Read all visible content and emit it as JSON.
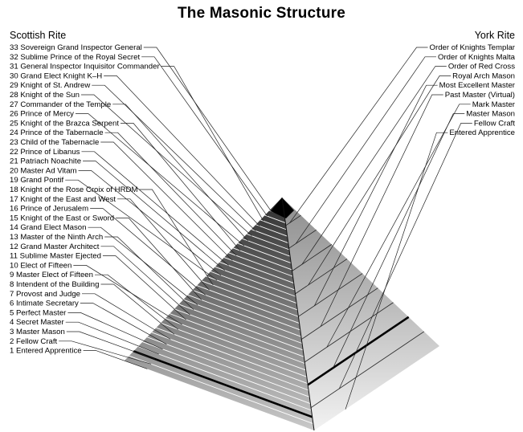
{
  "title": "The Masonic Structure",
  "scottish_rite": {
    "header": "Scottish Rite",
    "degrees": [
      "33 Sovereign Grand Inspector General",
      "32 Sublime Prince of the Royal Secret",
      "31 General Inspector Inquisitor Commander",
      "30 Grand Elect Knight K–H",
      "29 Knight of St. Andrew",
      "28 Knight of the Sun",
      "27 Commander of the Temple",
      "26 Prince of Mercy",
      "25 Knight of the Brazca Serpent",
      "24 Prince of the Tabernacle",
      "23 Child of the Tabernacle",
      "22 Prince of Libanus",
      "21 Patriach Noachite",
      "20 Master Ad Vitam",
      "19 Grand Pontif",
      "18 Knight of the Rose Croix of HRDM",
      "17 Knight of the East and West",
      "16 Prince of Jerusalem",
      "15 Knight of the East or Sword",
      "14 Grand Elect Mason",
      "13 Master of the Ninth Arch",
      "12 Grand Master Architect",
      "11 Sublime Master Ejected",
      "10 Elect of Fifteen",
      "9 Master Elect of Fifteen",
      "8 Intendent of the Building",
      "7 Provost and Judge",
      "6 Intimate Secretary",
      "5 Perfect Master",
      "4 Secret Master",
      "3 Master Mason",
      "2 Fellow Craft",
      "1 Entered Apprentice"
    ]
  },
  "york_rite": {
    "header": "York Rite",
    "degrees": [
      "Order of Knights Templar",
      "Order of Knights Malta",
      "Order of Red Cross",
      "Royal Arch Mason",
      "Most Excellent Master",
      "Past Master (Virtual)",
      "Mark Master",
      "Master Mason",
      "Fellow Craft",
      "Entered Apprentice"
    ]
  },
  "colors": {
    "left_face_top": "#2e2e2e",
    "left_face_bottom": "#c9c9c9",
    "right_face_top": "#8d8d8d",
    "right_face_bottom": "#f2f2f2",
    "apex": "#000000"
  }
}
